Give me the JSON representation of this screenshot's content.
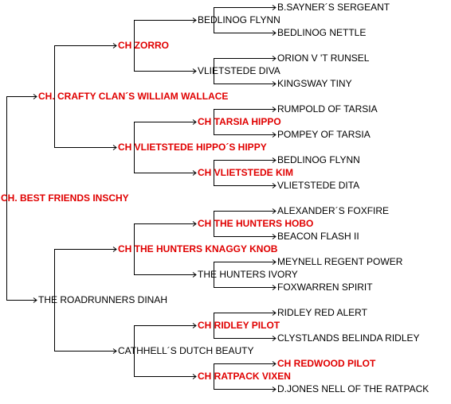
{
  "pedigree": {
    "dog": {
      "name": "CH. BEST FRIENDS INSCHY",
      "champion": true
    },
    "sire": {
      "name": "CH. CRAFTY CLAN´S WILLIAM WALLACE",
      "champion": true
    },
    "dam": {
      "name": "THE ROADRUNNERS DINAH",
      "champion": false
    },
    "sire_sire": {
      "name": "CH ZORRO",
      "champion": true
    },
    "sire_dam": {
      "name": "CH VLIETSTEDE HIPPO´S HIPPY",
      "champion": true
    },
    "dam_sire": {
      "name": "CH THE HUNTERS KNAGGY KNOB",
      "champion": true
    },
    "dam_dam": {
      "name": "CATHHELL´S DUTCH BEAUTY",
      "champion": false
    },
    "gen3": [
      {
        "name": "BEDLINOG FLYNN",
        "champion": false
      },
      {
        "name": "VLIETSTEDE DIVA",
        "champion": false
      },
      {
        "name": "CH TARSIA HIPPO",
        "champion": true
      },
      {
        "name": "CH VLIETSTEDE KIM",
        "champion": true
      },
      {
        "name": "CH THE HUNTERS HOBO",
        "champion": true
      },
      {
        "name": "THE HUNTERS IVORY",
        "champion": false
      },
      {
        "name": "CH RIDLEY PILOT",
        "champion": true
      },
      {
        "name": "CH RATPACK VIXEN",
        "champion": true
      }
    ],
    "gen4": [
      {
        "name": "B.SAYNER´S SERGEANT",
        "champion": false
      },
      {
        "name": "BEDLINOG NETTLE",
        "champion": false
      },
      {
        "name": "ORION V 'T RUNSEL",
        "champion": false
      },
      {
        "name": "KINGSWAY TINY",
        "champion": false
      },
      {
        "name": "RUMPOLD OF TARSIA",
        "champion": false
      },
      {
        "name": "POMPEY OF TARSIA",
        "champion": false
      },
      {
        "name": "BEDLINOG FLYNN",
        "champion": false
      },
      {
        "name": "VLIETSTEDE DITA",
        "champion": false
      },
      {
        "name": "ALEXANDER´S FOXFIRE",
        "champion": false
      },
      {
        "name": "BEACON FLASH II",
        "champion": false
      },
      {
        "name": "MEYNELL REGENT POWER",
        "champion": false
      },
      {
        "name": "FOXWARREN SPIRIT",
        "champion": false
      },
      {
        "name": "RIDLEY RED ALERT",
        "champion": false
      },
      {
        "name": "CLYSTLANDS BELINDA RIDLEY",
        "champion": false
      },
      {
        "name": "CH REDWOOD PILOT",
        "champion": true
      },
      {
        "name": "D.JONES NELL OF THE RATPACK",
        "champion": false
      }
    ]
  },
  "colors": {
    "champion": "#e00000",
    "text": "#000000",
    "lines": "#000000",
    "background": "#ffffff"
  }
}
